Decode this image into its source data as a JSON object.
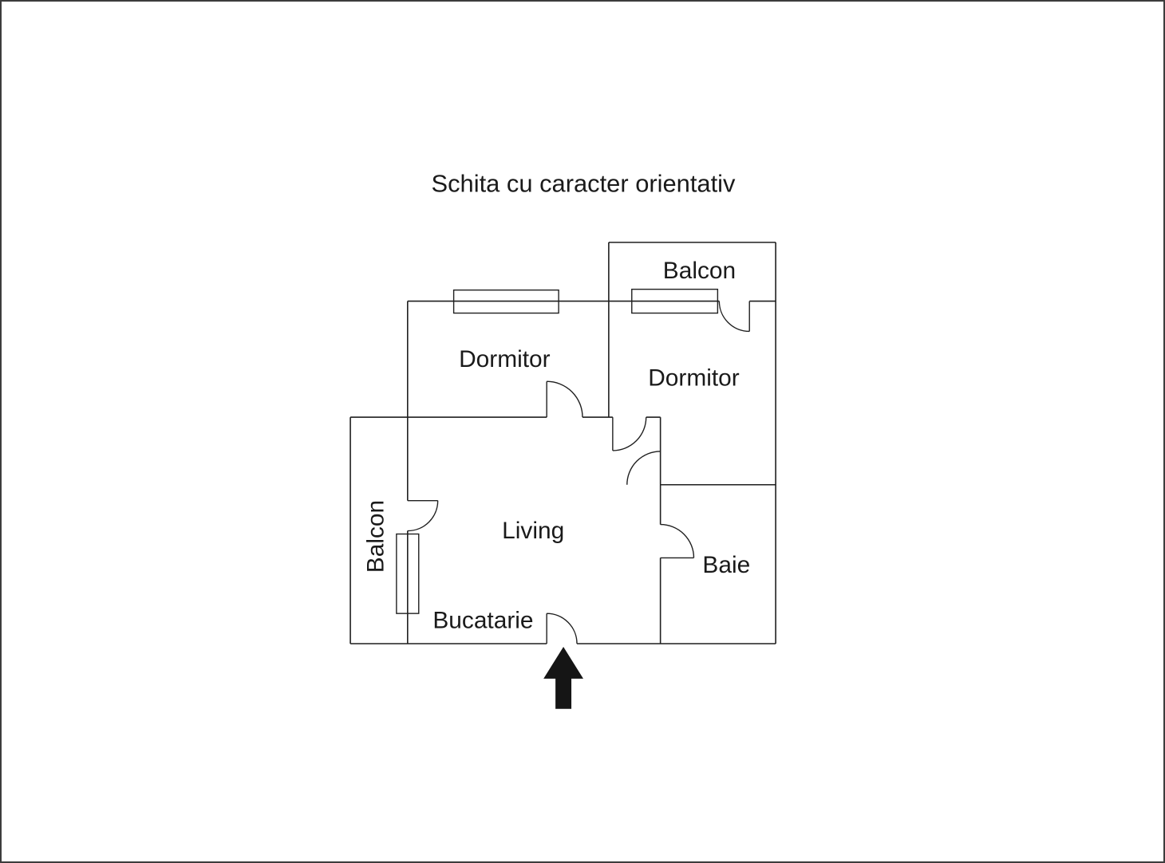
{
  "title": "Schita cu caracter orientativ",
  "rooms": {
    "balcon_top": "Balcon",
    "dormitor_left": "Dormitor",
    "dormitor_right": "Dormitor",
    "living": "Living",
    "baie": "Baie",
    "balcon_left": "Balcon",
    "bucatarie": "Bucatarie"
  },
  "entrance": {
    "icon": "up-arrow"
  },
  "colors": {
    "wall": "#1f1f1f",
    "text": "#1a1a1a",
    "page_border": "#3c3c3c",
    "background": "#ffffff",
    "arrow": "#151515"
  }
}
